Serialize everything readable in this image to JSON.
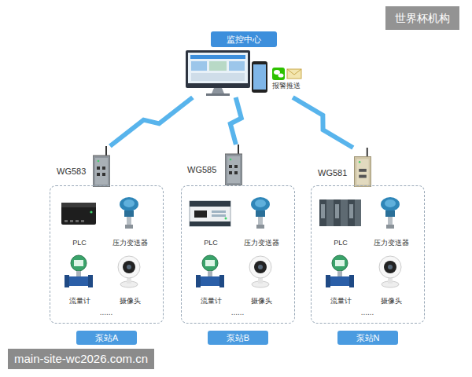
{
  "diagram": {
    "nodes": [
      {
        "text": [
          "监控中心"
        ]
      },
      {
        "text": [
          "WG583"
        ]
      },
      {
        "text": [
          "泵站A"
        ]
      },
      {
        "text": [
          "PLC"
        ],
        "in": 2
      },
      {
        "text": [
          "压力变送器"
        ],
        "in": 2
      },
      {
        "text": [
          "流量计"
        ],
        "in": 2
      },
      {
        "text": [
          "摄像头"
        ],
        "in": 2
      },
      {
        "text": [
          "WG585"
        ]
      },
      {
        "text": [
          "泵站B"
        ]
      },
      {
        "text": [
          "PLC"
        ],
        "in": 8
      },
      {
        "text": [
          "压力变送器"
        ],
        "in": 8
      },
      {
        "text": [
          "流量计"
        ],
        "in": 8
      },
      {
        "text": [
          "摄像头"
        ],
        "in": 8
      },
      {
        "text": [
          "WG581"
        ]
      },
      {
        "text": [
          "泵站N"
        ]
      },
      {
        "text": [
          "PLC"
        ],
        "in": 14
      },
      {
        "text": [
          "压力变送器"
        ],
        "in": 14
      },
      {
        "text": [
          "流量计"
        ],
        "in": 14
      },
      {
        "text": [
          "摄像头"
        ],
        "in": 14
      }
    ],
    "edges": [
      {
        "from": 1,
        "to": 0,
        "arrow": "none"
      },
      {
        "from": 7,
        "to": 0,
        "arrow": "none"
      },
      {
        "from": 13,
        "to": 0,
        "arrow": "none"
      }
    ],
    "labels": [
      "报警推送",
      "......",
      "......",
      "......",
      "世界杯机构",
      "main-site-wc2026.com.cn"
    ]
  }
}
